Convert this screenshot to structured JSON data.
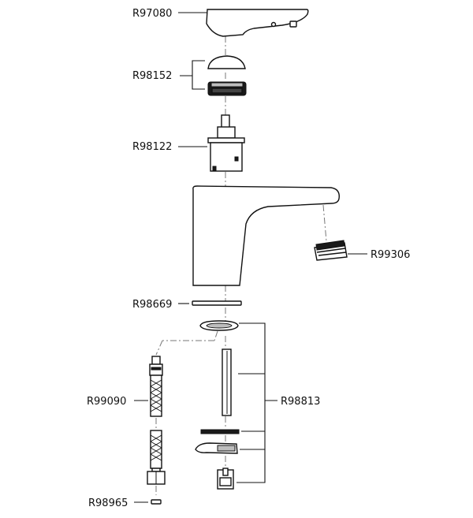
{
  "parts": {
    "handle": "R97080",
    "cap_set": "R98152",
    "cartridge": "R98122",
    "aerator": "R99306",
    "gasket": "R98669",
    "mounting_kit": "R98813",
    "flex_hose": "R99090",
    "filter": "R98965"
  }
}
